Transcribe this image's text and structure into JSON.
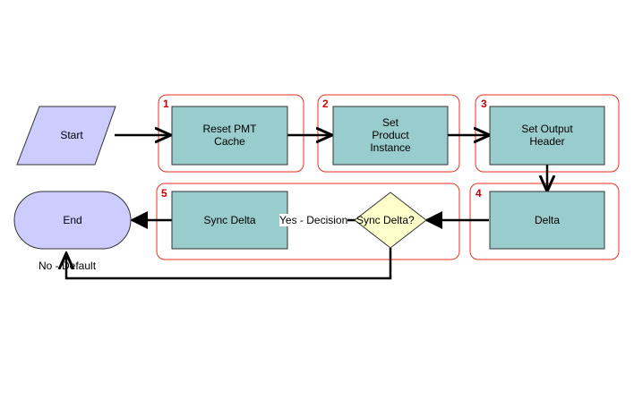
{
  "diagram": {
    "start": "Start",
    "end": "End",
    "steps": [
      {
        "number": "1",
        "label": "Reset PMT\nCache"
      },
      {
        "number": "2",
        "label": "Set\nProduct\nInstance"
      },
      {
        "number": "3",
        "label": "Set Output\nHeader"
      },
      {
        "number": "4",
        "label": "Delta"
      },
      {
        "number": "5",
        "label": "Sync Delta"
      }
    ],
    "decision": "Sync Delta?",
    "edge_yes": "Yes - Decision",
    "edge_no": "No - Default"
  },
  "colors": {
    "terminal_fill": "#ccccff",
    "task_fill": "#99cccc",
    "decision_fill": "#ffffcc",
    "group_outline": "#e8321f",
    "line": "#000000"
  }
}
